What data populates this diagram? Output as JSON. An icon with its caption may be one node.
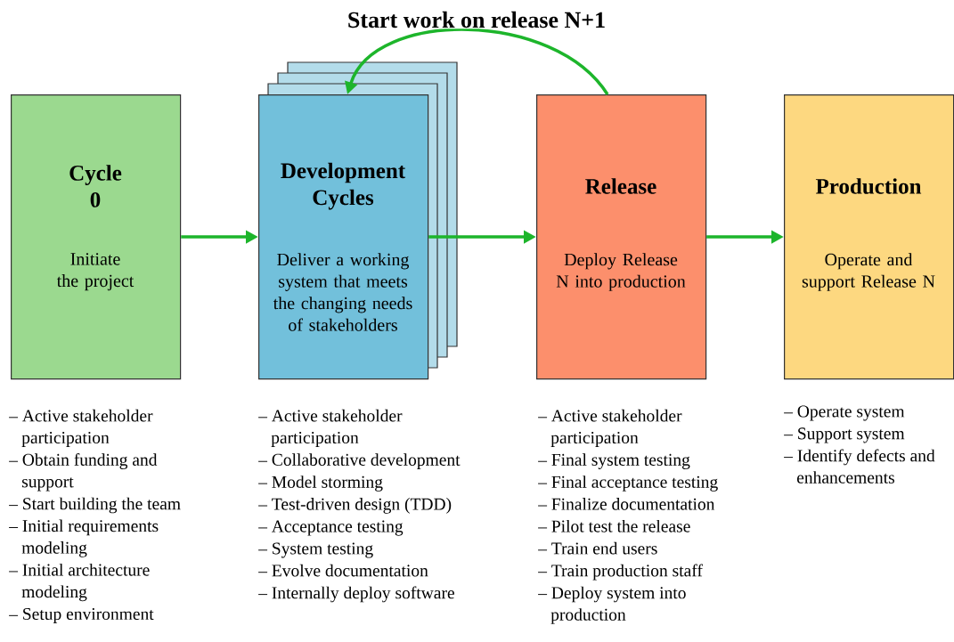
{
  "diagram": {
    "nodes": [
      {
        "text": [
          "Cycle 0",
          "Initiate the project"
        ],
        "beside": [
          "– Active stakeholder participation",
          "– Obtain funding and support",
          "– Start building the team",
          "– Initial requirements modeling",
          "– Initial architecture modeling",
          "– Setup environment"
        ]
      },
      {
        "text": [
          "Development Cycles",
          "Deliver a working system that meets the changing needs of stakeholders"
        ],
        "beside": [
          "– Active stakeholder participation",
          "– Collaborative development",
          "– Model storming",
          "– Test-driven design (TDD)",
          "– Acceptance testing",
          "– System testing",
          "– Evolve documentation",
          "– Internally deploy software"
        ]
      },
      {
        "text": [
          "Release",
          "Deploy Release N into production"
        ],
        "beside": [
          "– Active stakeholder participation",
          "– Final system testing",
          "– Final acceptance testing",
          "– Finalize documentation",
          "– Pilot test the release",
          "– Train end users",
          "– Train production staff",
          "– Deploy system into production"
        ]
      },
      {
        "text": [
          "Production",
          "Operate and support Release N"
        ],
        "beside": [
          "– Operate system",
          "– Support system",
          "– Identify defects and enhancements"
        ]
      }
    ],
    "edges": [
      {
        "from": 0,
        "to": 1,
        "arrow": "to"
      },
      {
        "from": 1,
        "to": 2,
        "arrow": "to"
      },
      {
        "from": 2,
        "to": 3,
        "arrow": "to"
      },
      {
        "from": 2,
        "to": 1,
        "arrow": "to",
        "label": "Start work on release N+1"
      }
    ]
  }
}
